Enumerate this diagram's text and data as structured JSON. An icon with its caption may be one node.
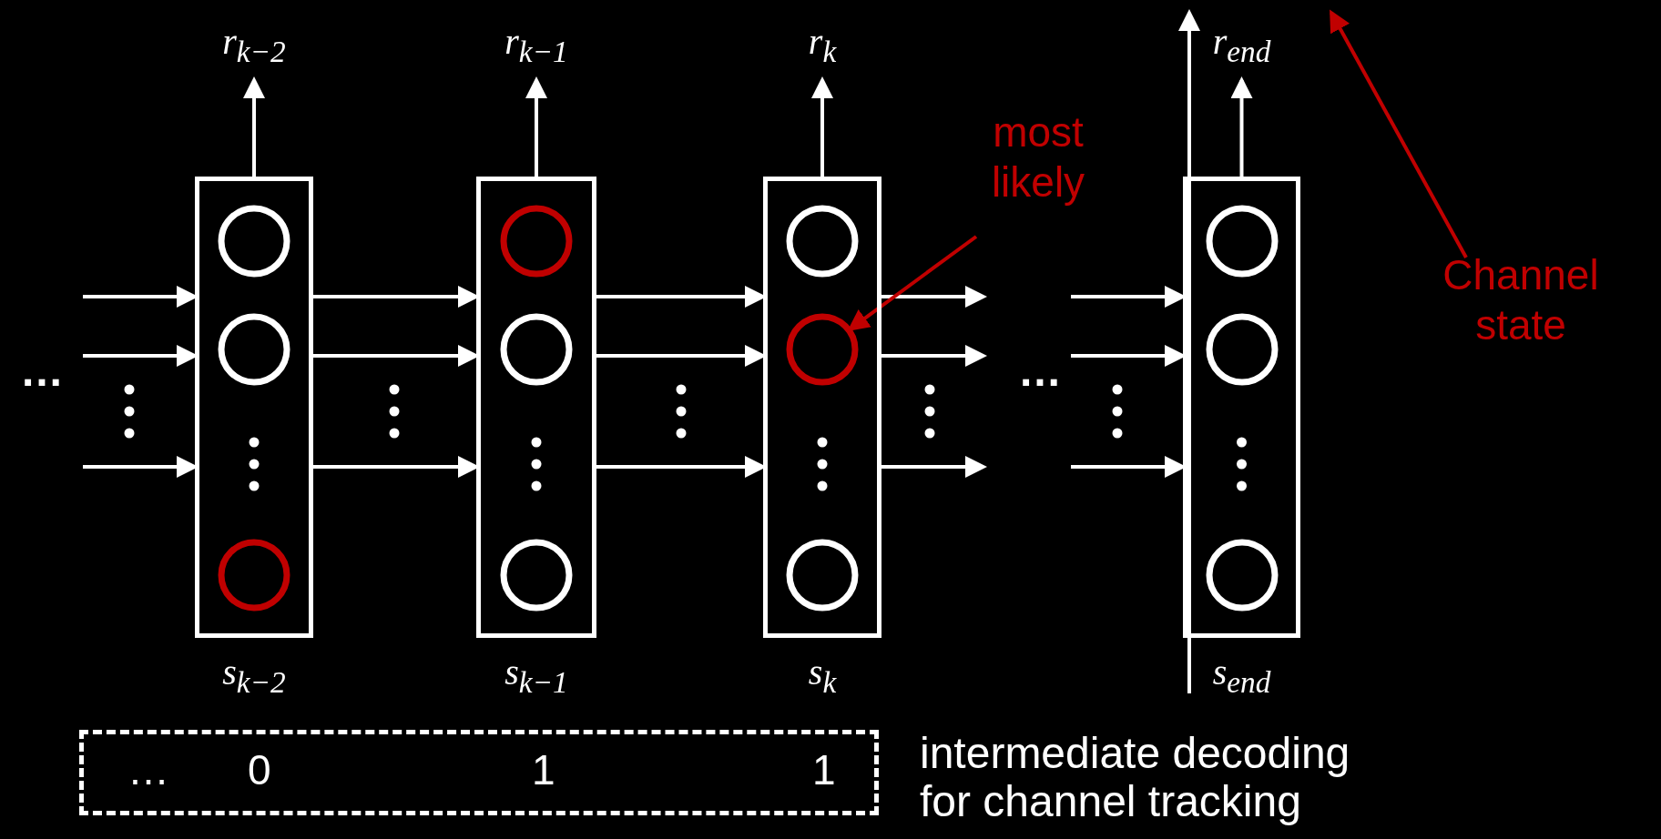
{
  "diagram": {
    "nodes": [
      {
        "text": [
          "r$_{k−2}$"
        ]
      },
      {
        "text": [],
        "shape": "box",
        "beside": [
          "s$_{k−2}$"
        ]
      },
      {
        "text": [],
        "shape": "circle",
        "in": 1
      },
      {
        "text": [],
        "shape": "circle",
        "in": 1
      },
      {
        "text": [],
        "shape": "circle",
        "in": 1
      },
      {
        "text": [
          "r$_{k−1}$"
        ]
      },
      {
        "text": [],
        "shape": "box",
        "beside": [
          "s$_{k−1}$"
        ]
      },
      {
        "text": [],
        "shape": "circle",
        "in": 6
      },
      {
        "text": [],
        "shape": "circle",
        "in": 6
      },
      {
        "text": [],
        "shape": "circle",
        "in": 6
      },
      {
        "text": [
          "r$_{k}$"
        ]
      },
      {
        "text": [],
        "shape": "box",
        "beside": [
          "s$_{k}$"
        ]
      },
      {
        "text": [],
        "shape": "circle",
        "in": 11
      },
      {
        "text": [],
        "shape": "circle",
        "in": 11
      },
      {
        "text": [],
        "shape": "circle",
        "in": 11
      },
      {
        "text": [
          "r$_{end}$"
        ]
      },
      {
        "text": [],
        "shape": "box",
        "beside": [
          "s$_{end}$"
        ]
      },
      {
        "text": [],
        "shape": "circle",
        "in": 16
      },
      {
        "text": [],
        "shape": "circle",
        "in": 16
      },
      {
        "text": [],
        "shape": "circle",
        "in": 16
      },
      {
        "text": [
          "most likely"
        ]
      },
      {
        "text": [
          "Channel state"
        ]
      },
      {
        "text": [
          "…",
          "0",
          "1",
          "1"
        ],
        "beside": [
          "intermediate decoding for channel tracking"
        ]
      }
    ],
    "edges": [
      {
        "from": 1,
        "to": 0,
        "arrow": "to"
      },
      {
        "from": 6,
        "to": 5,
        "arrow": "to"
      },
      {
        "from": 11,
        "to": 10,
        "arrow": "to"
      },
      {
        "from": 16,
        "to": 15,
        "arrow": "to"
      },
      {
        "from": null,
        "to": 1,
        "arrow": "to"
      },
      {
        "from": null,
        "to": 1,
        "arrow": "to"
      },
      {
        "from": null,
        "to": 1,
        "arrow": "to"
      },
      {
        "from": 1,
        "to": 6,
        "arrow": "to"
      },
      {
        "from": 1,
        "to": 6,
        "arrow": "to"
      },
      {
        "from": 1,
        "to": 6,
        "arrow": "to"
      },
      {
        "from": 6,
        "to": 11,
        "arrow": "to"
      },
      {
        "from": 6,
        "to": 11,
        "arrow": "to"
      },
      {
        "from": 6,
        "to": 11,
        "arrow": "to"
      },
      {
        "from": 11,
        "to": null,
        "arrow": "to"
      },
      {
        "from": 11,
        "to": null,
        "arrow": "to"
      },
      {
        "from": 11,
        "to": null,
        "arrow": "to"
      },
      {
        "from": null,
        "to": 16,
        "arrow": "to"
      },
      {
        "from": null,
        "to": 16,
        "arrow": "to"
      },
      {
        "from": null,
        "to": 16,
        "arrow": "to"
      },
      {
        "from": 20,
        "to": 13,
        "arrow": "to",
        "color": "#c00000"
      },
      {
        "from": 21,
        "to": null,
        "arrow": "to",
        "color": "#c00000"
      }
    ],
    "labels": [
      "…",
      "…"
    ]
  }
}
